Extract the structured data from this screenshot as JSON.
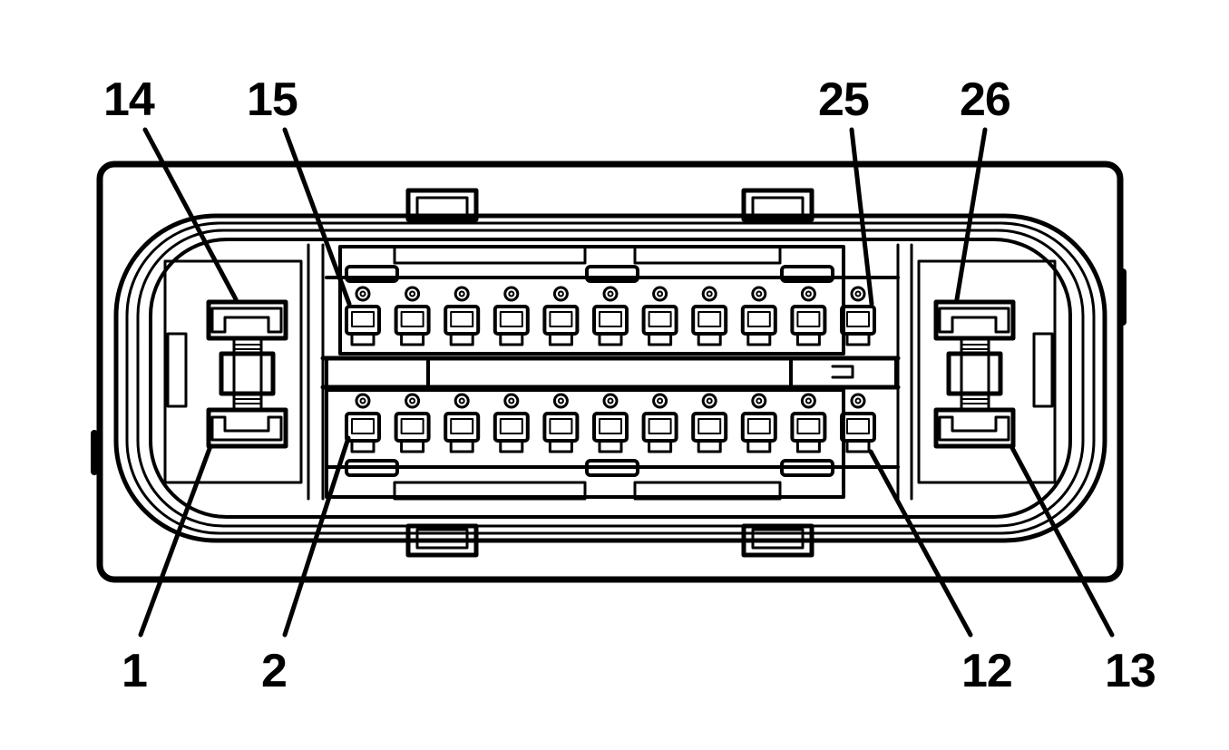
{
  "colors": {
    "line": "#000000",
    "background": "#ffffff"
  },
  "connector": {
    "pins_per_row": 11,
    "labels": {
      "pin_14": "14",
      "pin_15": "15",
      "pin_25": "25",
      "pin_26": "26",
      "pin_1": "1",
      "pin_2": "2",
      "pin_12": "12",
      "pin_13": "13"
    }
  }
}
